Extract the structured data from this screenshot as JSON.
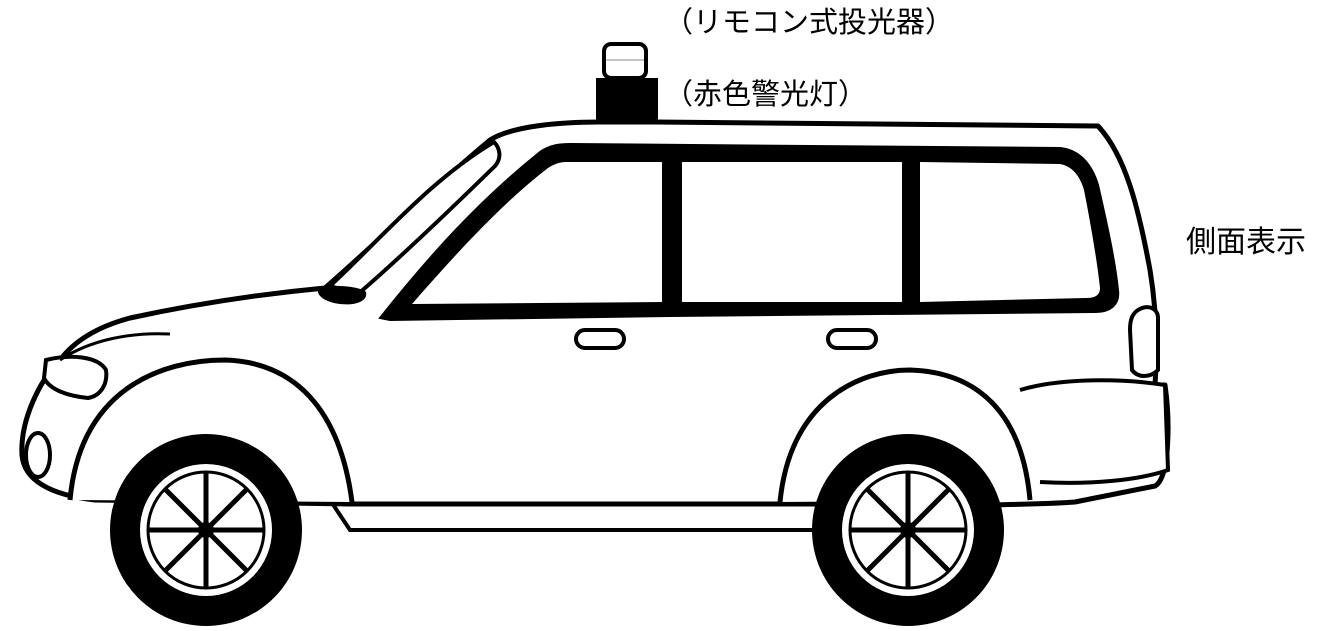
{
  "labels": {
    "projector": "（リモコン式投光器）",
    "warning_light": "（赤色警光灯）",
    "side_view": "側面表示"
  }
}
